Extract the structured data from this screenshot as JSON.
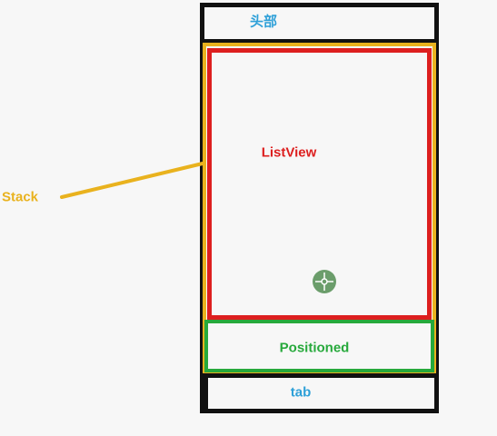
{
  "labels": {
    "header": "头部",
    "listview": "ListView",
    "positioned": "Positioned",
    "tab": "tab",
    "stack": "Stack"
  },
  "colors": {
    "frame": "#111111",
    "stack": "#e9b21e",
    "listview": "#dd1f1f",
    "positioned": "#27a93c",
    "header_tab_text": "#2ea0d8",
    "background": "#f7f7f7",
    "cursor": "#6b9d6b"
  },
  "icons": {
    "cursor": "crosshair-cursor-icon"
  }
}
